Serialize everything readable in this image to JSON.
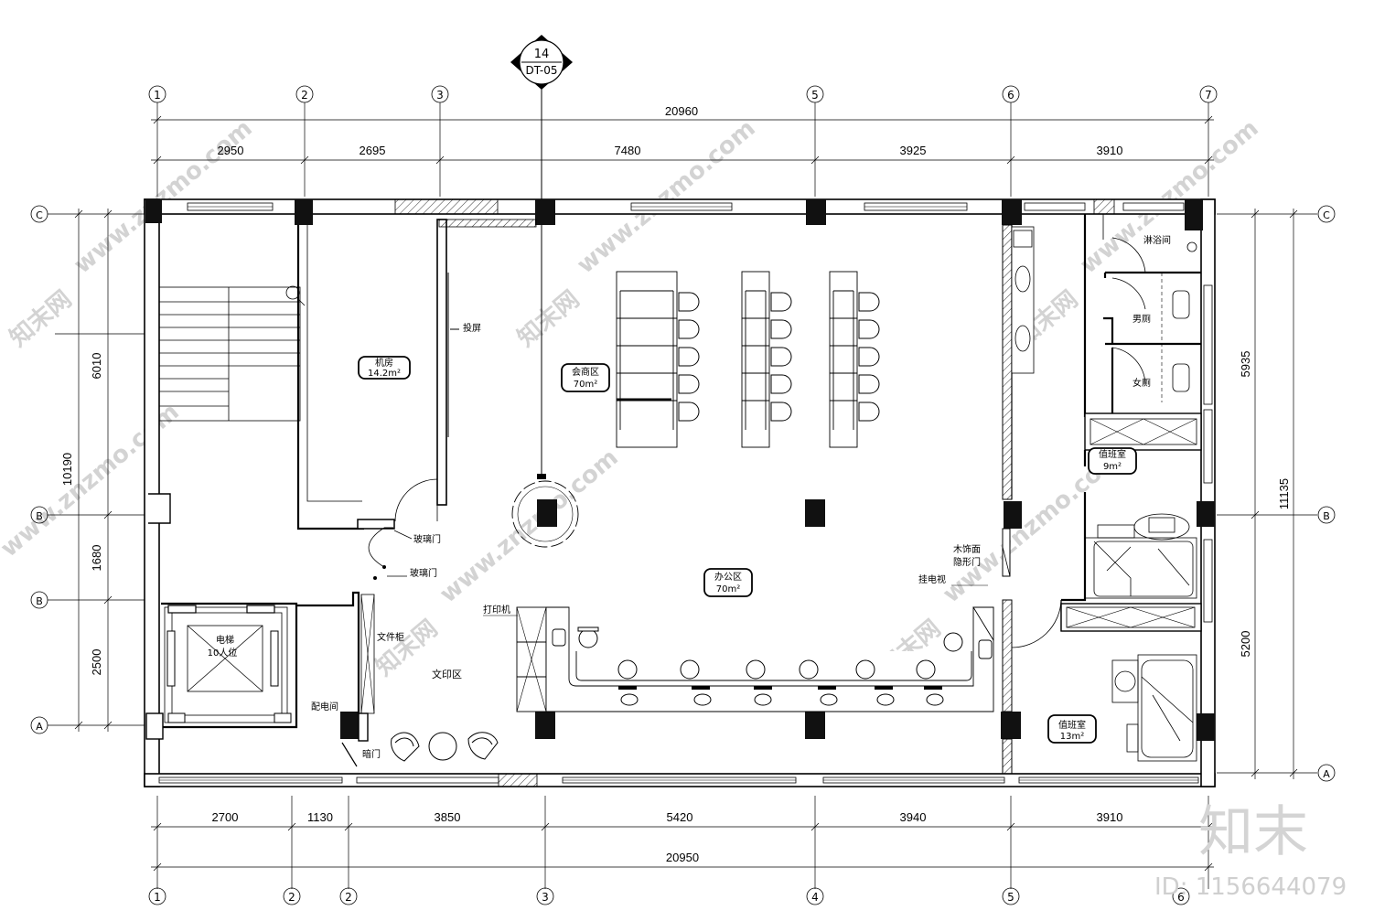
{
  "section_marker": {
    "top": "14",
    "bottom": "DT-05"
  },
  "axes": {
    "top": [
      "1",
      "2",
      "3",
      "5",
      "6",
      "7"
    ],
    "bottom": [
      "1",
      "2",
      "2",
      "3",
      "4",
      "5",
      "6"
    ],
    "left": [
      "C",
      "B",
      "B",
      "A"
    ],
    "right": [
      "C",
      "B",
      "A"
    ]
  },
  "dimensions": {
    "top_total": "20960",
    "top": [
      "2950",
      "2695",
      "7480",
      "3925",
      "3910"
    ],
    "bottom": [
      "2700",
      "1130",
      "3850",
      "5420",
      "3940",
      "3910"
    ],
    "bottom_total": "20950",
    "left": [
      "6010",
      "1680",
      "2500"
    ],
    "left_total": "10190",
    "right": [
      "5935",
      "5200"
    ],
    "right_total": "11135"
  },
  "rooms": {
    "server_room": {
      "name": "机房",
      "area": "14.2m²"
    },
    "meeting": {
      "name": "会商区",
      "area": "70m²"
    },
    "office": {
      "name": "办公区",
      "area": "70m²"
    },
    "elevator": {
      "name": "电梯",
      "capacity": "10人位"
    },
    "print_area": "文印区",
    "duty_room_small": {
      "name": "值班室",
      "area": "9m²"
    },
    "duty_room_large": {
      "name": "值班室",
      "area": "13m²"
    },
    "shower": "淋浴间",
    "mens": "男厕",
    "womens": "女厕"
  },
  "labels": {
    "projector_screen": "投屏",
    "glass_door_1": "玻璃门",
    "glass_door_2": "玻璃门",
    "file_cabinet": "文件柜",
    "printer": "打印机",
    "distribution_room": "配电间",
    "hidden_door": "暗门",
    "wood_panel_door_1": "木饰面",
    "wood_panel_door_2": "隐形门",
    "tv": "挂电视"
  },
  "watermark": {
    "brand": "知末",
    "id": "ID: 1156644079",
    "site": "www.znzmo.com",
    "site_cn": "知末网"
  }
}
